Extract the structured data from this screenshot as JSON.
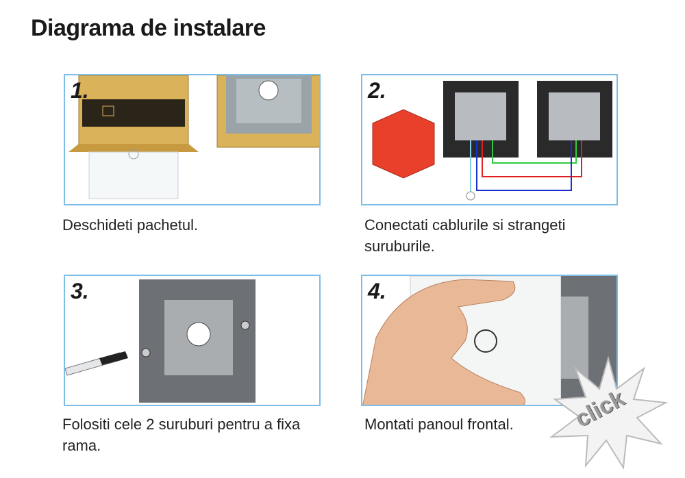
{
  "title": "Diagrama de instalare",
  "steps": [
    {
      "number": "1.",
      "caption": "Deschideti pachetul."
    },
    {
      "number": "2.",
      "caption": "Conectati cablurile si strangeti suruburile."
    },
    {
      "number": "3.",
      "caption": "Folositi cele 2 suruburi pentru a fixa rama."
    },
    {
      "number": "4.",
      "caption": "Montati panoul frontal."
    }
  ],
  "click_label": "click",
  "colors": {
    "border": "#7dbde6",
    "wire_red": "#e02020",
    "wire_blue": "#1a2fd0",
    "wire_green": "#2ecc40",
    "box_red": "#e8402a"
  }
}
